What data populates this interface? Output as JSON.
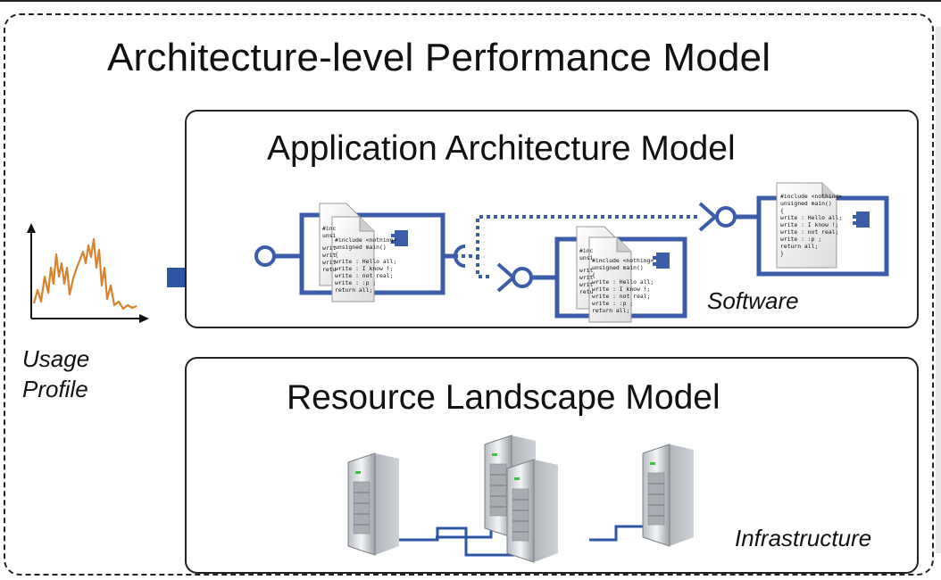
{
  "diagram": {
    "title": "Architecture-level Performance Model",
    "application_model": {
      "title": "Application Architecture Model",
      "label": "Software",
      "code_lines": [
        "#include <nothing>",
        "unsigned main()",
        "{",
        "write : Hello all;",
        "write : I know !;",
        "write : not real;",
        "write : :p ;",
        "return all;",
        "}"
      ]
    },
    "resource_model": {
      "title": "Resource Landscape Model",
      "label": "Infrastructure"
    },
    "usage_profile": {
      "line1": "Usage",
      "line2": "Profile"
    },
    "colors": {
      "component_blue": "#3b5ca8",
      "arrow_blue": "#2d57a6",
      "profile_orange": "#d9822b"
    }
  }
}
